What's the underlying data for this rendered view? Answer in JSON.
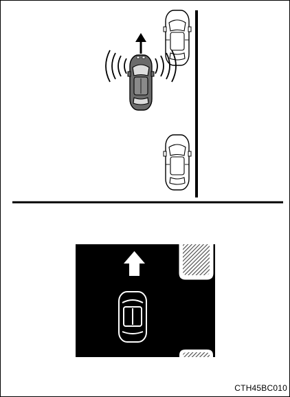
{
  "figure": {
    "code": "CTH45BC010"
  },
  "upper_illustration": {
    "subject": "own-vehicle-with-sensor-waves",
    "direction": "forward",
    "parked_cars": 2
  },
  "lower_display": {
    "background_color": "#000000",
    "foreground_color": "#ffffff",
    "direction": "forward"
  }
}
